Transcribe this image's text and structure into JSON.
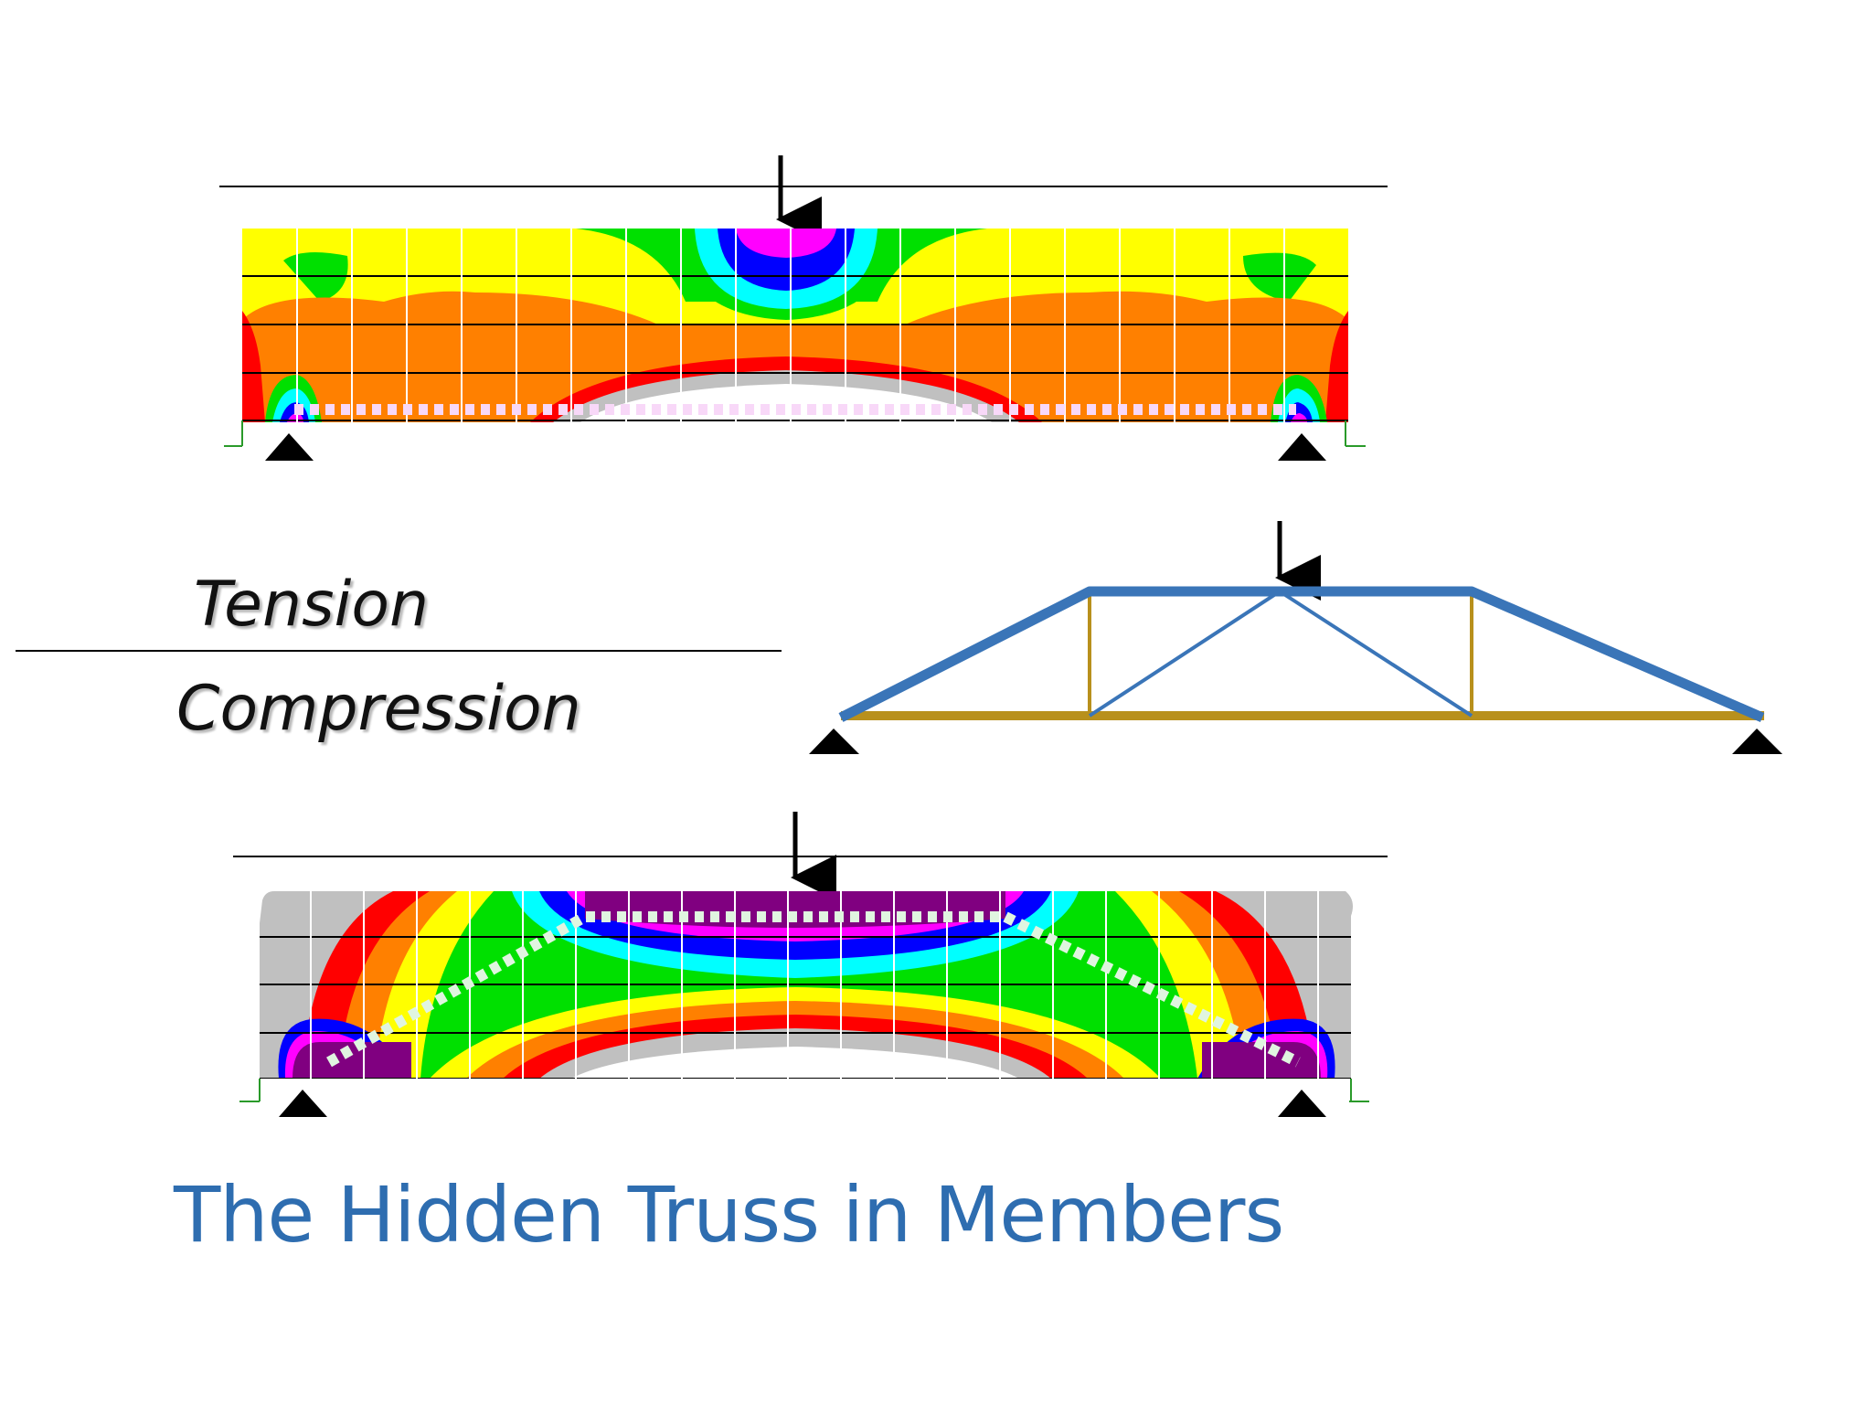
{
  "title": "The Hidden Truss in Members",
  "legend": {
    "tension": "Tension",
    "compression": "Compression"
  },
  "colors": {
    "title": "#2e6db0",
    "compression_member": "#3a75b8",
    "tension_member": "#b8901c",
    "stress_contour_scale": [
      "#c0c0c0",
      "#ff0000",
      "#ff8000",
      "#ffff00",
      "#00e000",
      "#00ffff",
      "#0000ff",
      "#ff00ff",
      "#800080"
    ]
  },
  "figures": {
    "top_beam": {
      "name": "beam stress contour with compression arch",
      "load": "single point load at midspan",
      "supports": "pin supports at both ends"
    },
    "truss": {
      "name": "equivalent truss model",
      "load": "single point load at top chord middle",
      "supports": "pin supports at both ends"
    },
    "bottom_beam": {
      "name": "beam stress contour with tension tie truss",
      "load": "single point load at midspan",
      "supports": "pin supports at both ends"
    }
  }
}
